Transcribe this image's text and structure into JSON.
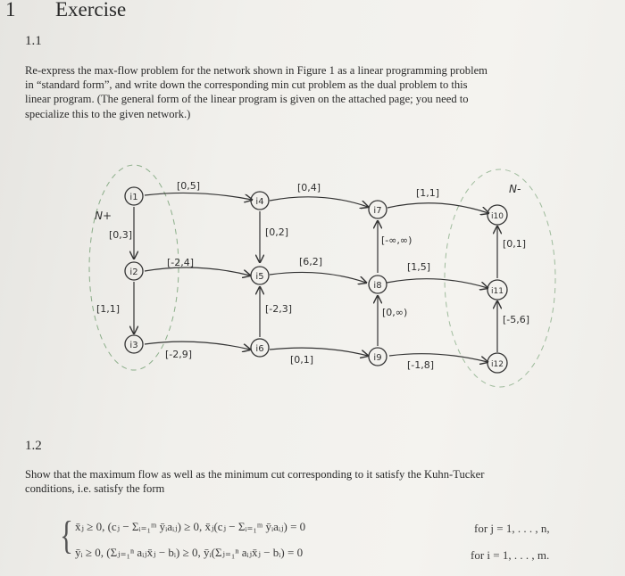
{
  "section": {
    "number": "1",
    "title": "Exercise"
  },
  "subsection_1": {
    "number": "1.1",
    "lines": [
      "Re-express the max-flow problem for the network shown in Figure 1 as a linear programming problem",
      "in “standard form”, and write down the corresponding min cut problem as the dual problem to this",
      "linear program. (The general form of the linear program is given on the attached page; you need to",
      "specialize this to the given network.)"
    ]
  },
  "figure": {
    "source_label": "N+",
    "sink_label": "N-",
    "nodes": [
      "i1",
      "i2",
      "i3",
      "i4",
      "i5",
      "i6",
      "i7",
      "i8",
      "i9",
      "i10",
      "i11",
      "i12"
    ],
    "edge_labels": {
      "i1_i4": "[0,5]",
      "i4_i7": "[0,4]",
      "i7_i10": "[1,1]",
      "i1_i2": "[0,3]",
      "i4_i5": "[0,2]",
      "i8_i7": "[-∞,∞)",
      "i11_i10": "[0,1]",
      "i2_i5": "[-2,4]",
      "i5_i8": "[6,2]",
      "i8_i11": "[1,5]",
      "i2_i3": "[1,1]",
      "i6_i5": "[-2,3]",
      "i9_i8": "[0,∞)",
      "i12_i11": "[-5,6]",
      "i3_i6": "[-2,9]",
      "i6_i9": "[0,1]",
      "i9_i12": "[-1,8]"
    }
  },
  "subsection_2": {
    "number": "1.2",
    "lines": [
      "Show that the maximum flow as well as the minimum cut corresponding to it satisfy the Kuhn-Tucker",
      "conditions, i.e. satisfy the form"
    ],
    "eq1": "x̄ⱼ ≥ 0,  (cⱼ − Σᵢ₌₁ᵐ ȳᵢaᵢⱼ) ≥ 0,  x̄ⱼ(cⱼ − Σᵢ₌₁ᵐ ȳᵢaᵢⱼ) = 0",
    "eq1_cond": "for j = 1, . . . , n,",
    "eq2": "ȳᵢ ≥ 0,  (Σⱼ₌₁ⁿ aᵢⱼx̄ⱼ − bᵢ) ≥ 0,  ȳᵢ(Σⱼ₌₁ⁿ aᵢⱼx̄ⱼ − bᵢ) = 0",
    "eq2_cond": "for i = 1, . . . , m."
  }
}
